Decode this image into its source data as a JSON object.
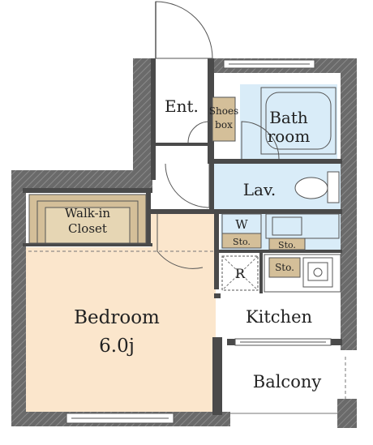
{
  "rooms": {
    "entrance": "Ent.",
    "shoes_box": [
      "Shoes",
      "box"
    ],
    "bathroom": [
      "Bath",
      "room"
    ],
    "lavatory": "Lav.",
    "walk_in_closet": [
      "Walk-in",
      "Closet"
    ],
    "washer": "W",
    "storage_small": "Sto.",
    "storage_lav": "Sto.",
    "storage_kitchen": "Sto.",
    "refrigerator": "R",
    "bedroom": "Bedroom",
    "bedroom_size": "6.0j",
    "kitchen": "Kitchen",
    "balcony": "Balcony"
  },
  "colors": {
    "wall": "#4a4a4a",
    "wet_area": "#d9ecf8",
    "bedroom_floor": "#fbe6cc",
    "storage": "#d4bf99",
    "closet": "#d4bf99"
  }
}
